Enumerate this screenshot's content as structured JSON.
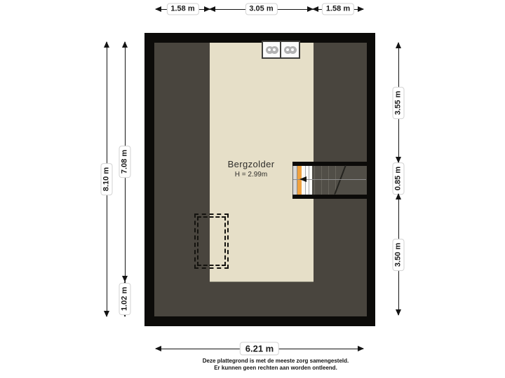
{
  "floorplan": {
    "room": {
      "name": "Bergzolder",
      "height_label": "H = 2.99m"
    },
    "dimensions": {
      "top": [
        "1.58 m",
        "3.05 m",
        "1.58 m"
      ],
      "left": [
        "8.10 m",
        "7.08 m",
        "1.02 m"
      ],
      "right": [
        "3.55 m",
        "0.85 m",
        "3.50 m"
      ],
      "bottom": [
        "6.21 m"
      ]
    },
    "disclaimer": {
      "line1": "Deze plattegrond is met de meeste zorg samengesteld.",
      "line2": "Er kunnen geen rechten aan worden ontleend."
    },
    "colors": {
      "background": "#ffffff",
      "wall": "#0c0b09",
      "floor": "#49453e",
      "room_fill": "#e6dfc8",
      "stair_accent_orange": "#f0a23f",
      "stair_dark": "#514e47"
    },
    "icons": {
      "roof_window": "roof-window-icon",
      "stair_direction": "stair-direction-arrow-icon",
      "hatch_opening": "dashed-opening-outline"
    }
  }
}
